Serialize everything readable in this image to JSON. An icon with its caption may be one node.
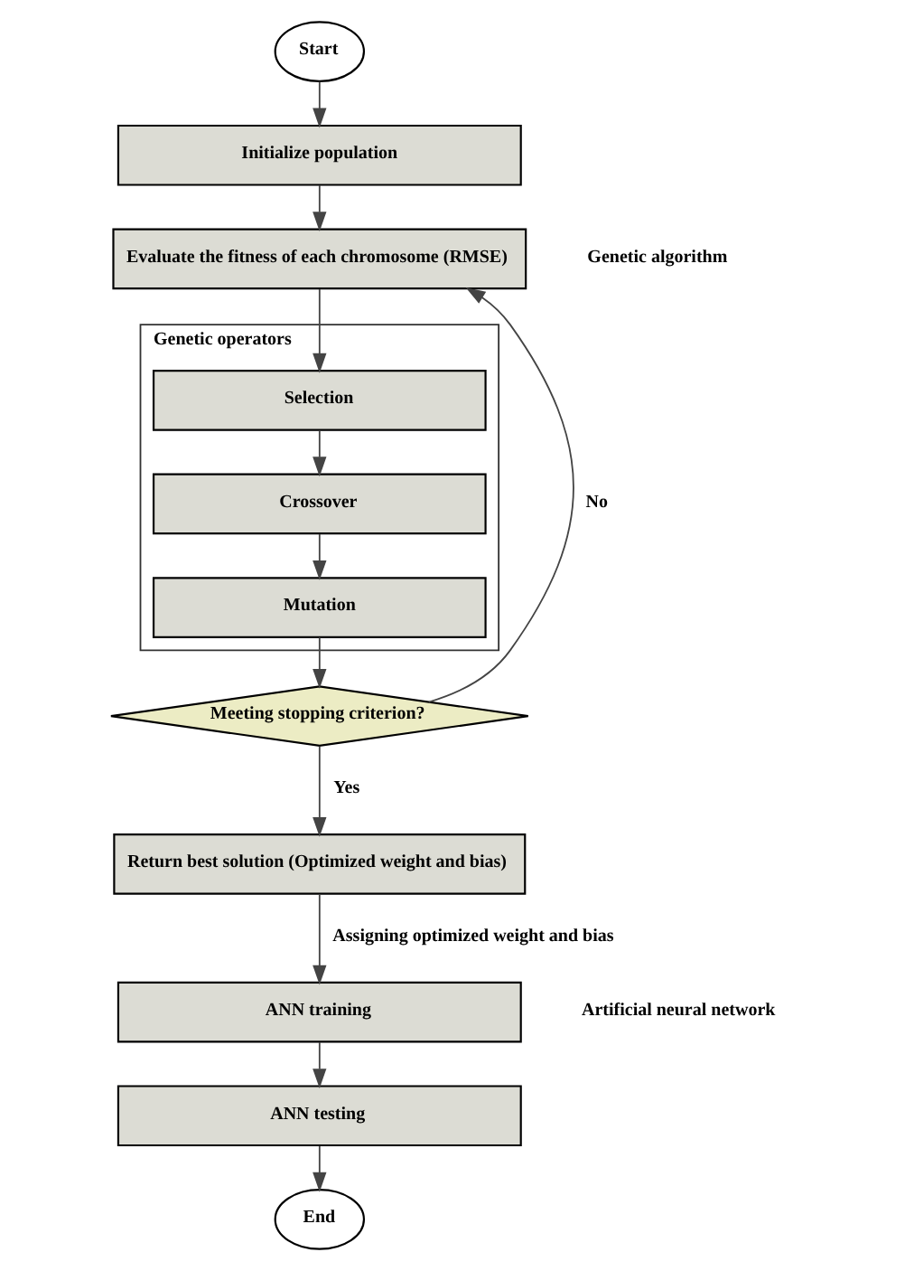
{
  "diagram": {
    "nodes": [
      {
        "text": [
          "Start"
        ]
      },
      {
        "text": [
          "Initialize population"
        ]
      },
      {
        "text": [
          "Evaluate the fitness of each chromosome (RMSE)"
        ]
      },
      {
        "text": [
          "Genetic operators"
        ]
      },
      {
        "text": [
          "Selection"
        ],
        "in": 3
      },
      {
        "text": [
          "Crossover"
        ],
        "in": 3
      },
      {
        "text": [
          "Mutation"
        ],
        "in": 3
      },
      {
        "text": [
          "Meeting stopping criterion?"
        ]
      },
      {
        "text": [
          "Return best solution (Optimized weight and bias)"
        ]
      },
      {
        "text": [
          "ANN training"
        ]
      },
      {
        "text": [
          "ANN testing"
        ]
      },
      {
        "text": [
          "End"
        ]
      }
    ],
    "edges": [
      {
        "from": 0,
        "to": 1,
        "arrow": "to"
      },
      {
        "from": 1,
        "to": 2,
        "arrow": "to"
      },
      {
        "from": 2,
        "to": 4,
        "arrow": "to"
      },
      {
        "from": 4,
        "to": 5,
        "arrow": "to"
      },
      {
        "from": 5,
        "to": 6,
        "arrow": "to"
      },
      {
        "from": 6,
        "to": 7,
        "arrow": "to"
      },
      {
        "from": 7,
        "to": 2,
        "arrow": "to",
        "label": "No"
      },
      {
        "from": 7,
        "to": 8,
        "arrow": "to",
        "label": "Yes"
      },
      {
        "from": 8,
        "to": 9,
        "arrow": "to",
        "label": "Assigning optimized weight and bias"
      },
      {
        "from": 9,
        "to": 10,
        "arrow": "to"
      },
      {
        "from": 10,
        "to": 11,
        "arrow": "to"
      }
    ],
    "labels": [
      "Genetic algorithm",
      "Artificial neural network"
    ]
  }
}
